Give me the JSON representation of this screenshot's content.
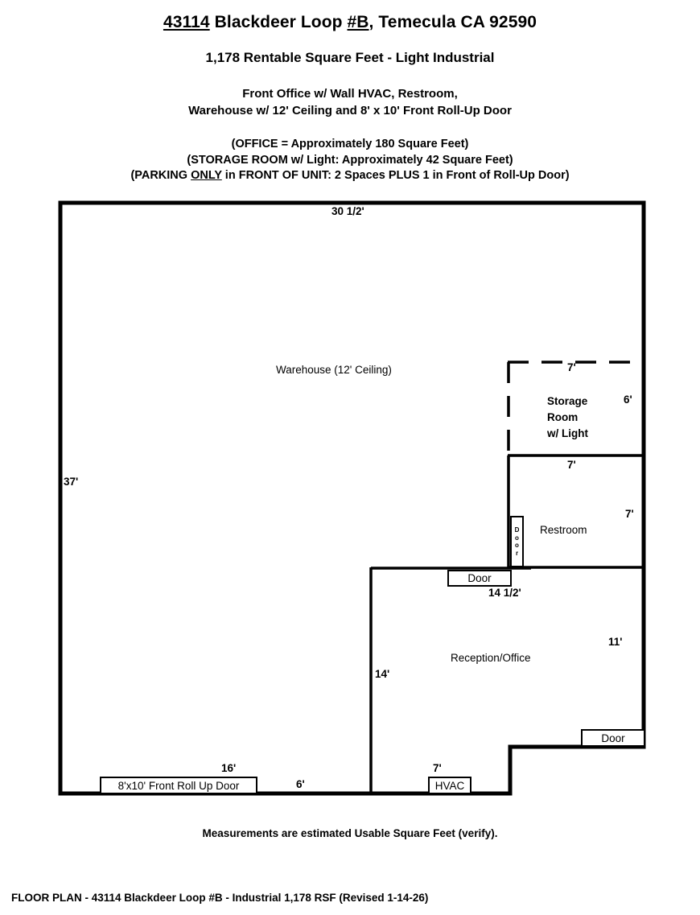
{
  "header": {
    "address_prefix": "43114",
    "address_mid": " Blackdeer Loop ",
    "address_unit": "#B",
    "address_suffix": ", Temecula CA 92590",
    "address_full": "43114 Blackdeer Loop #B, Temecula CA 92590",
    "sqft_line": "1,178 Rentable Square Feet - Light Industrial",
    "description_lines": [
      "Front Office w/ Wall HVAC, Restroom,",
      "Warehouse w/ 12' Ceiling and 8' x 10' Front Roll-Up Door"
    ],
    "notes": {
      "office_note": "(OFFICE = Approximately 180 Square Feet)",
      "storage_note": "(STORAGE ROOM w/ Light:  Approximately 42 Square Feet)",
      "parking_prefix": "(PARKING ",
      "parking_emphasis": "ONLY",
      "parking_suffix": " in FRONT OF UNIT: 2 Spaces PLUS 1 in Front of Roll-Up Door)"
    }
  },
  "floorplan": {
    "rooms": {
      "warehouse": "Warehouse (12' Ceiling)",
      "storage_line1": "Storage",
      "storage_line2": "Room",
      "storage_line3": "w/ Light",
      "restroom": "Restroom",
      "reception": "Reception/Office"
    },
    "dimensions": {
      "top_overall": "30 1/2'",
      "left_overall": "37'",
      "storage_width": "7'",
      "storage_height": "6'",
      "restroom_width": "7'",
      "restroom_height": "7'",
      "office_top": "14 1/2'",
      "office_left": "14'",
      "office_right": "11'",
      "hvac_wall": "7'",
      "rollup_wall": "16'",
      "bottom_segment": "6'"
    },
    "features": {
      "rollup_door": "8'x10' Front Roll Up Door",
      "office_door": "Door",
      "exterior_door": "Door",
      "restroom_door_letters": [
        "D",
        "o",
        "o",
        "r"
      ],
      "hvac": "HVAC"
    },
    "colors": {
      "wall": "#000000",
      "background": "#ffffff"
    }
  },
  "footer": {
    "disclaimer": "Measurements are estimated Usable Square Feet (verify).",
    "file_label": "FLOOR PLAN - 43114 Blackdeer Loop #B - Industrial 1,178 RSF (Revised 1-14-26)"
  }
}
